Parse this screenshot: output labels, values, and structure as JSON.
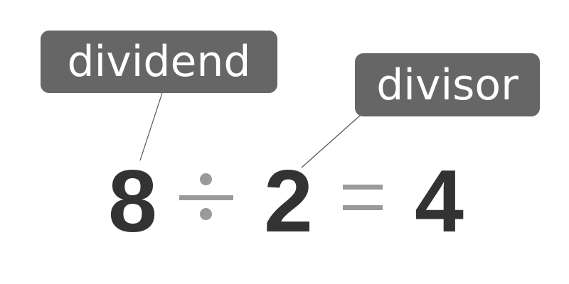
{
  "labels": {
    "dividend": "dividend",
    "divisor": "divisor"
  },
  "equation": {
    "dividend": "8",
    "operator": "÷",
    "divisor": "2",
    "equals": "=",
    "quotient": "4"
  },
  "colors": {
    "label_bg": "#666666",
    "label_text": "#ffffff",
    "number": "#333333",
    "operator": "#9a9a9a",
    "line": "#555555"
  }
}
